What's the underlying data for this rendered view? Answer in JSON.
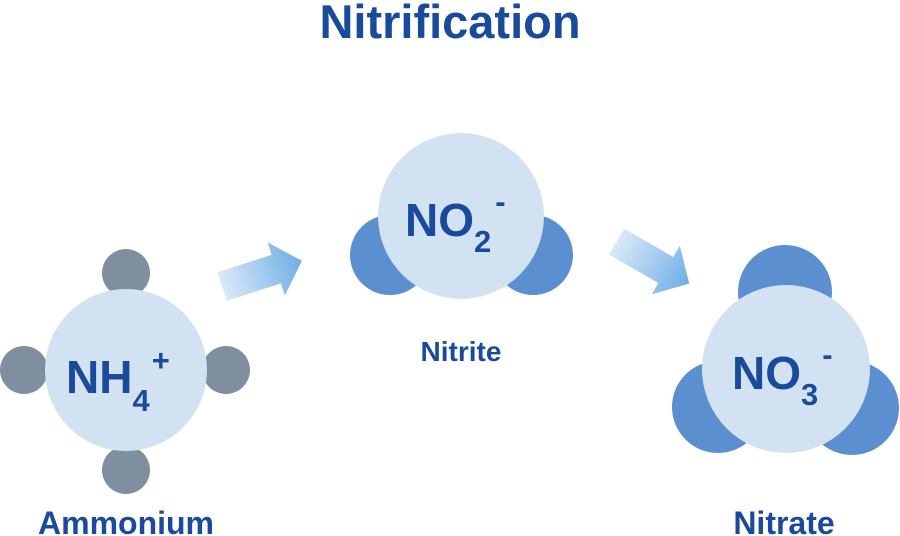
{
  "title": "Nitrification",
  "colors": {
    "title": "#1a4a9c",
    "center_atom": "#d3e2f3",
    "hydrogen_atom": "#7f8fa0",
    "oxygen_atom": "#5b8fd0",
    "arrow_light": "#dbe9f8",
    "arrow_dark": "#6faee6"
  },
  "molecules": {
    "ammonium": {
      "label": "Ammonium",
      "formula": "NH",
      "subscript": "4",
      "charge": "+"
    },
    "nitrite": {
      "label": "Nitrite",
      "formula": "NO",
      "subscript": "2",
      "charge": "-"
    },
    "nitrate": {
      "label": "Nitrate",
      "formula": "NO",
      "subscript": "3",
      "charge": "-"
    }
  },
  "arrows": [
    {
      "from": "Ammonium",
      "to": "Nitrite",
      "icon": "right-arrow-icon"
    },
    {
      "from": "Nitrite",
      "to": "Nitrate",
      "icon": "right-arrow-icon"
    }
  ]
}
